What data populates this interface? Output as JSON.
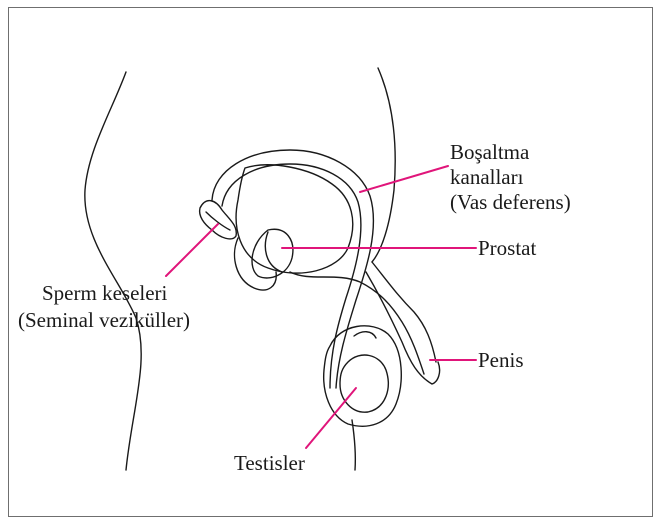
{
  "colors": {
    "outline": "#1a1a1a",
    "leader": "#e0157a",
    "frame": "#6f6f6f"
  },
  "labels": {
    "vas_line1": "Boşaltma",
    "vas_line2": "kanalları",
    "vas_line3": "(Vas  deferens)",
    "prostate": "Prostat",
    "seminal_line1": "Sperm  keseleri",
    "seminal_line2": "(Seminal  veziküller)",
    "penis": "Penis",
    "testes": "Testisler"
  }
}
